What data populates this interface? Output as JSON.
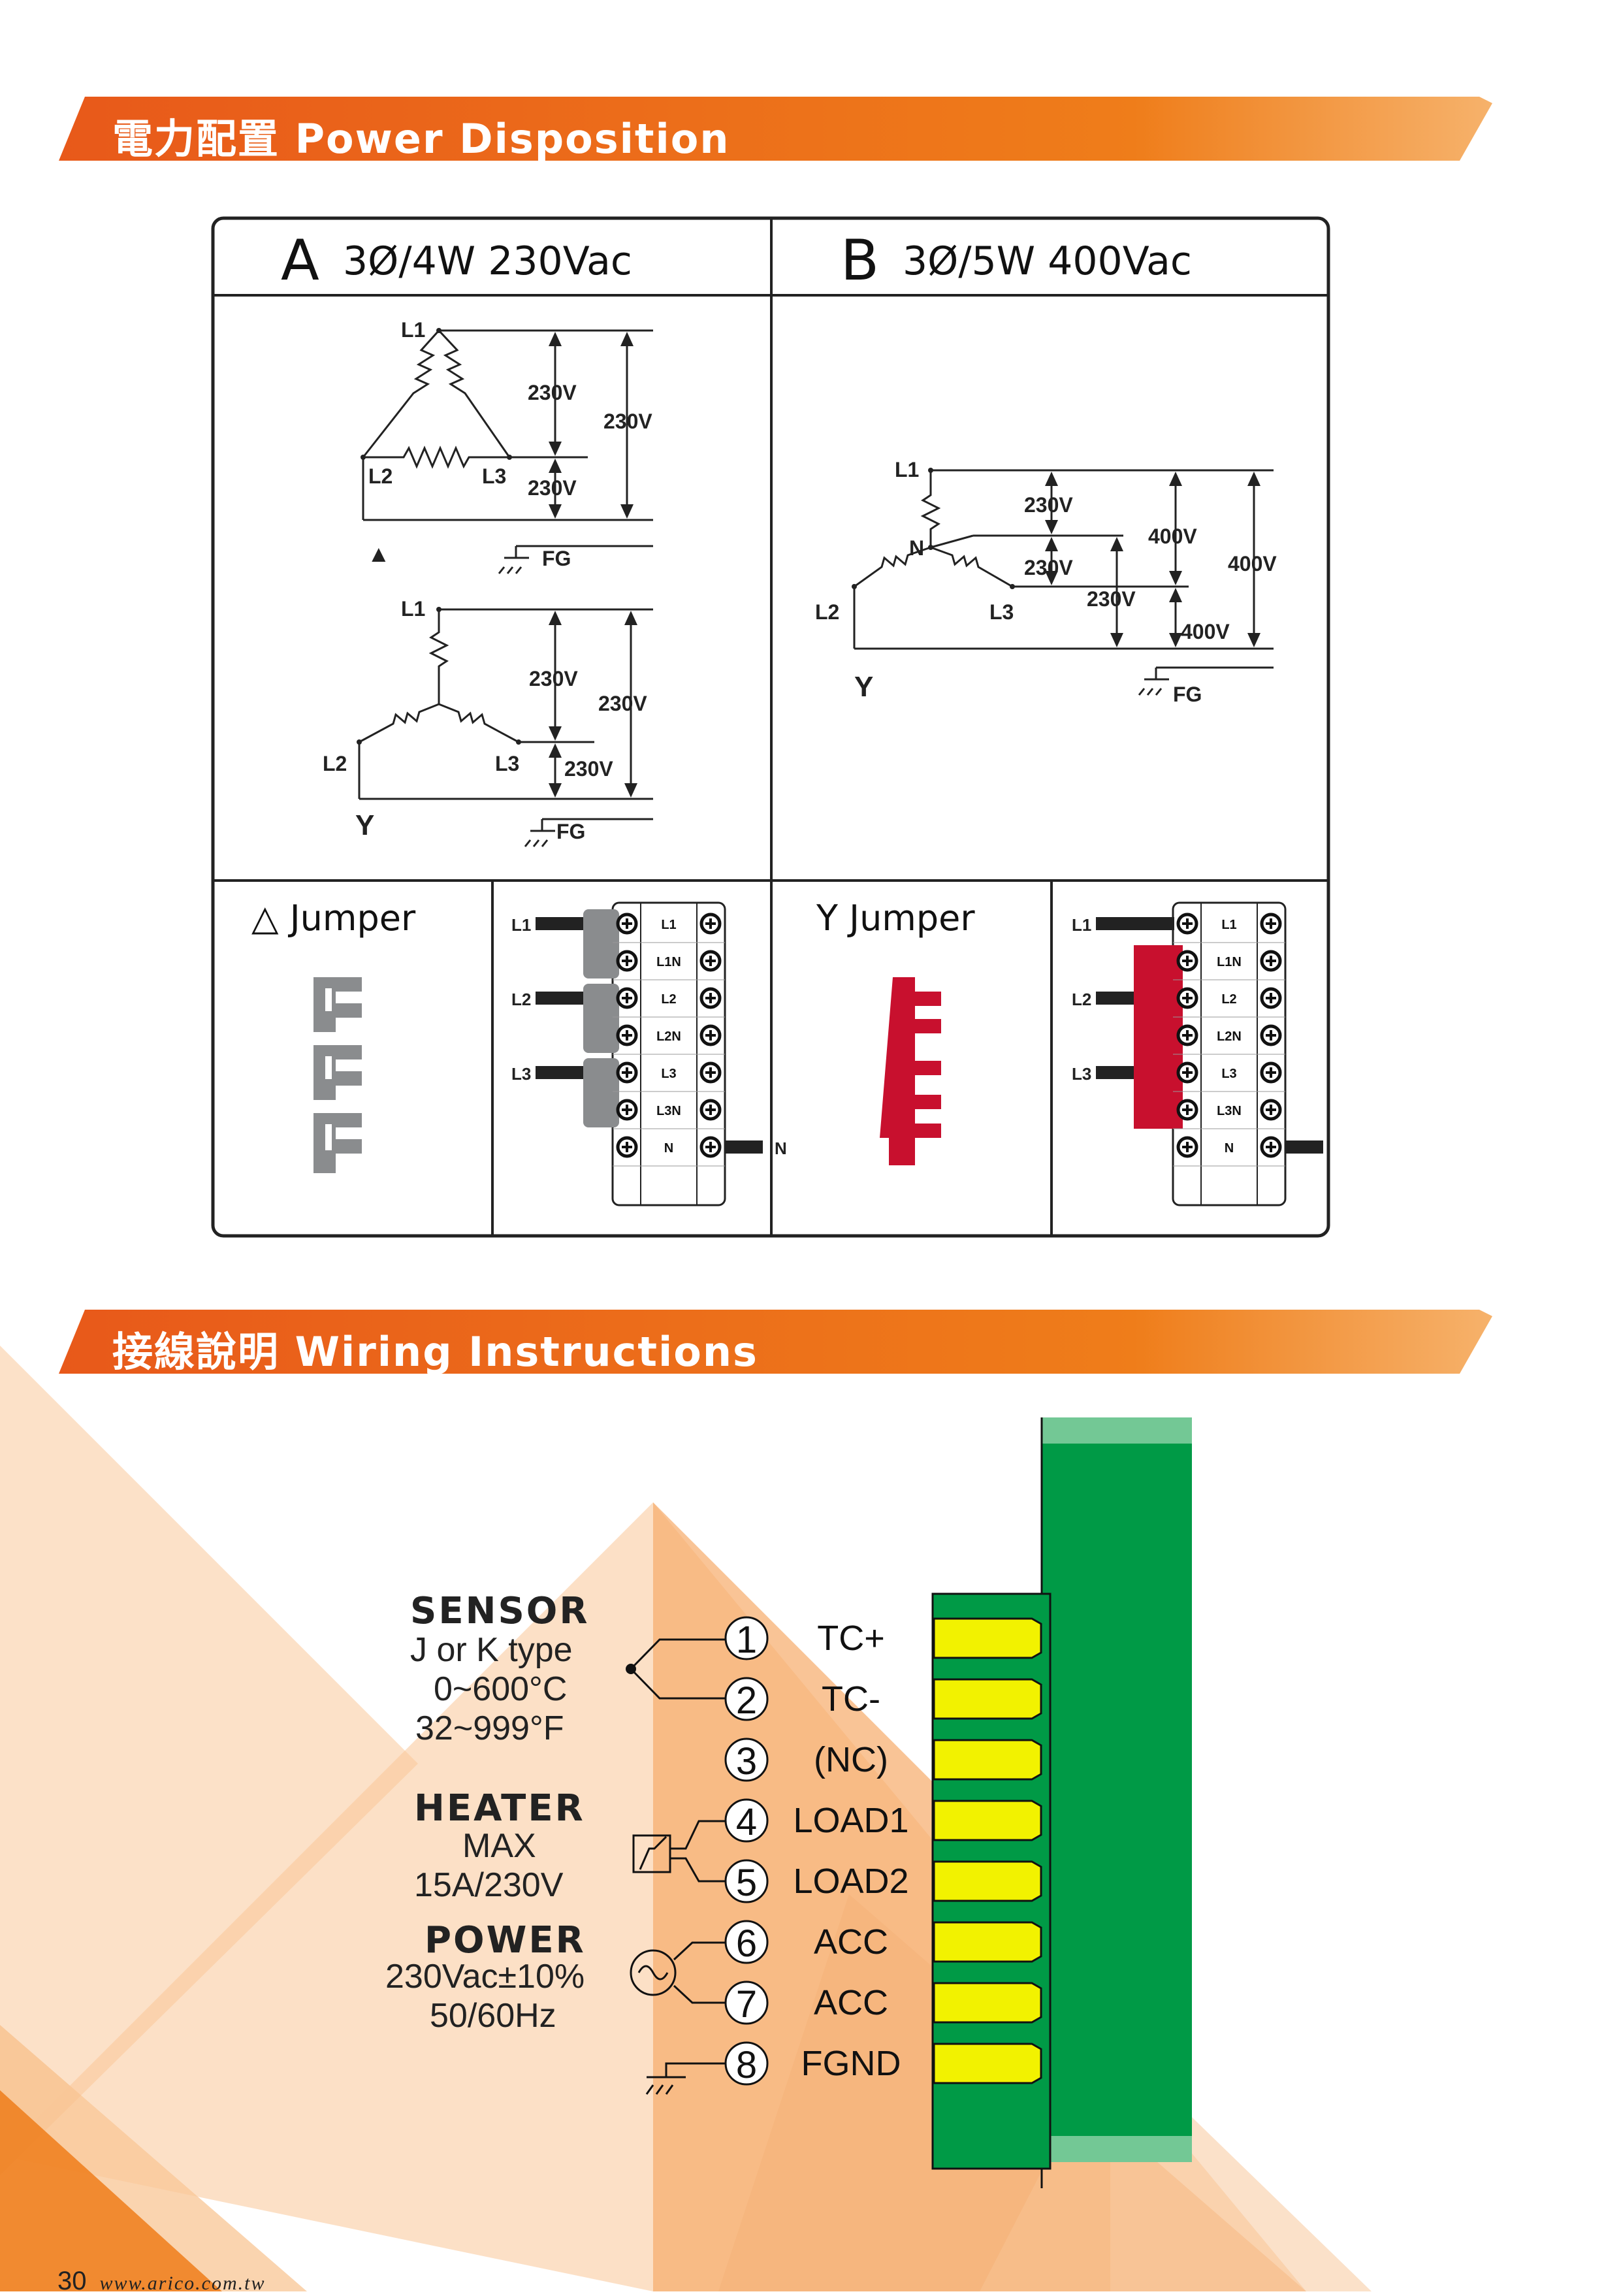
{
  "sections": {
    "power": {
      "title": "電力配置 Power Disposition"
    },
    "wiring": {
      "title": "接線說明 Wiring Instructions"
    }
  },
  "panels": {
    "a": {
      "letter": "A",
      "title": "3Ø/4W 230Vac"
    },
    "b": {
      "letter": "B",
      "title": "3Ø/5W 400Vac"
    }
  },
  "delta": {
    "l1": "L1",
    "l2": "L2",
    "l3": "L3",
    "v_inner": "230V",
    "v_outer": "230V",
    "v_bottom": "230V",
    "marker": "▲",
    "fg": "FG"
  },
  "wye_a": {
    "l1": "L1",
    "l2": "L2",
    "l3": "L3",
    "v_inner": "230V",
    "v_outer": "230V",
    "v_bottom": "230V",
    "marker": "Y",
    "fg": "FG"
  },
  "wye_b": {
    "l1": "L1",
    "l2": "L2",
    "l3": "L3",
    "n": "N",
    "v_l1n": "230V",
    "v_l2n": "230V",
    "v_l3n": "230V",
    "v_400_a": "400V",
    "v_400_b": "400V",
    "v_400_c": "400V",
    "marker": "Y",
    "fg": "FG"
  },
  "jumpers": {
    "delta_title": "△ Jumper",
    "y_title": "Y Jumper",
    "wire_labels": [
      "L1",
      "L2",
      "L3"
    ],
    "neutral": "N",
    "terminals": [
      "L1",
      "L1N",
      "L2",
      "L2N",
      "L3",
      "L3N",
      "N"
    ],
    "delta_color": "#8a8c8e",
    "y_color": "#c8102e"
  },
  "wiring": {
    "sensor": {
      "title": "SENSOR",
      "line1": "J or K type",
      "line2": "0~600°C",
      "line3": "32~999°F"
    },
    "heater": {
      "title": "HEATER",
      "line1": "MAX",
      "line2": "15A/230V"
    },
    "power": {
      "title": "POWER",
      "line1": "230Vac±10%",
      "line2": "50/60Hz"
    },
    "pins": [
      {
        "num": "①",
        "label": "TC+"
      },
      {
        "num": "②",
        "label": "TC-"
      },
      {
        "num": "③",
        "label": "(NC)"
      },
      {
        "num": "④",
        "label": "LOAD1"
      },
      {
        "num": "⑤",
        "label": "LOAD2"
      },
      {
        "num": "⑥",
        "label": "ACC"
      },
      {
        "num": "⑦",
        "label": "ACC"
      },
      {
        "num": "⑧",
        "label": "FGND"
      }
    ],
    "board_color": "#009a46",
    "pin_color": "#f2f200",
    "accent": "#ef7d1a"
  },
  "footer": {
    "page": "30",
    "url": "www.arico.com.tw"
  }
}
